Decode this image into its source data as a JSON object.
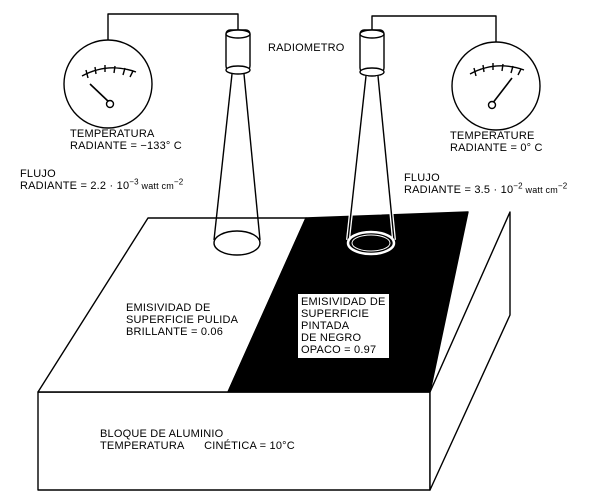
{
  "labels": {
    "radiometer": "RADIOMETRO",
    "left_temp_line1": "TEMPERATURA",
    "left_temp_line2": "RADIANTE = −133° C",
    "right_temp_line1": "TEMPERATURE",
    "right_temp_line2": "RADIANTE = 0° C",
    "left_flux_line1": "FLUJO",
    "left_flux_prefix": "RADIANTE = 2.2 · 10",
    "left_flux_exp": "−3",
    "left_flux_unit": " watt cm",
    "left_flux_unit_exp": "−2",
    "right_flux_line1": "FLUJO",
    "right_flux_prefix": "RADIANTE = 3.5 · 10",
    "right_flux_exp": "−2",
    "right_flux_unit": " watt cm",
    "right_flux_unit_exp": "−2",
    "left_surface_line1": "EMISIVIDAD DE",
    "left_surface_line2": "SUPERFICIE PULIDA",
    "left_surface_line3": "BRILLANTE = 0.06",
    "right_surface_line1": "EMISIVIDAD DE",
    "right_surface_line2": "SUPERFICIE",
    "right_surface_line3": "PINTADA",
    "right_surface_line4": "DE NEGRO",
    "right_surface_line5": "OPACO = 0.97",
    "block_line1": "BLOQUE DE ALUMINIO",
    "block_line2_a": "TEMPERATURA",
    "block_line2_b": "CINÉTICA = 10°C"
  },
  "colors": {
    "ink": "#000000",
    "paper": "#ffffff"
  },
  "gauges": {
    "left_needle": "low",
    "right_needle": "mid-high"
  }
}
